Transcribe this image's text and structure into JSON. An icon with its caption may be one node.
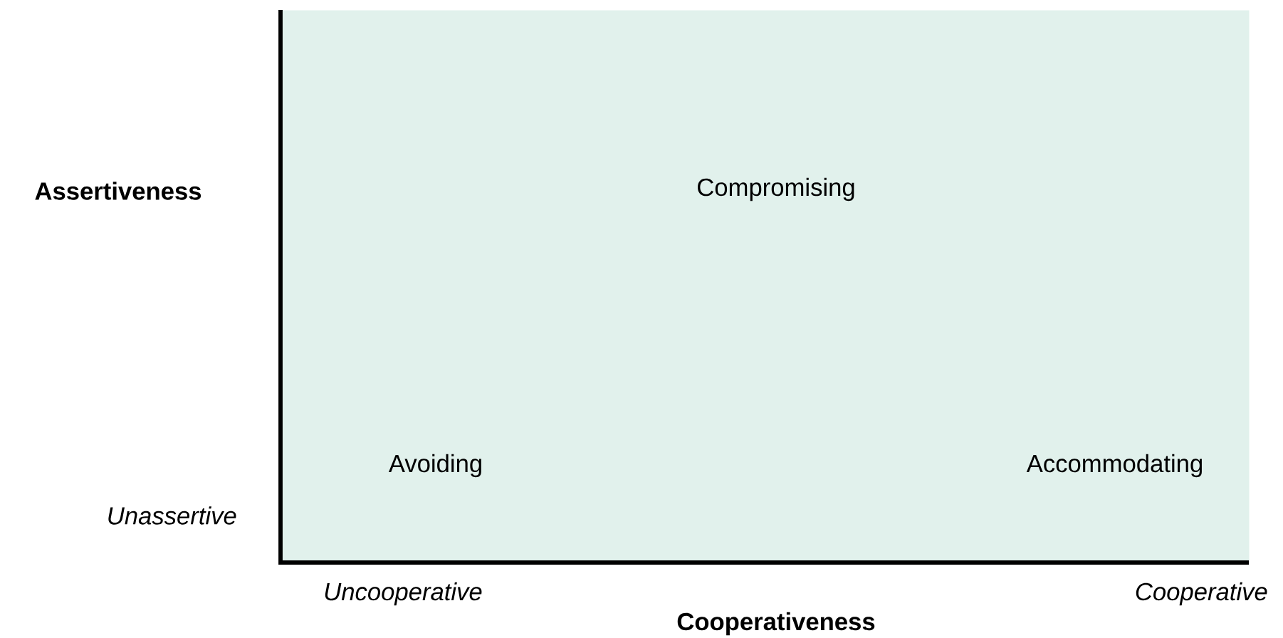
{
  "diagram": {
    "nodes": [
      {
        "text": [
          "Compromising",
          "Avoiding",
          "Accommodating"
        ]
      }
    ],
    "labels": [
      "Assertiveness",
      "Unassertive",
      "Uncooperative",
      "Cooperative",
      "Cooperativeness"
    ]
  }
}
